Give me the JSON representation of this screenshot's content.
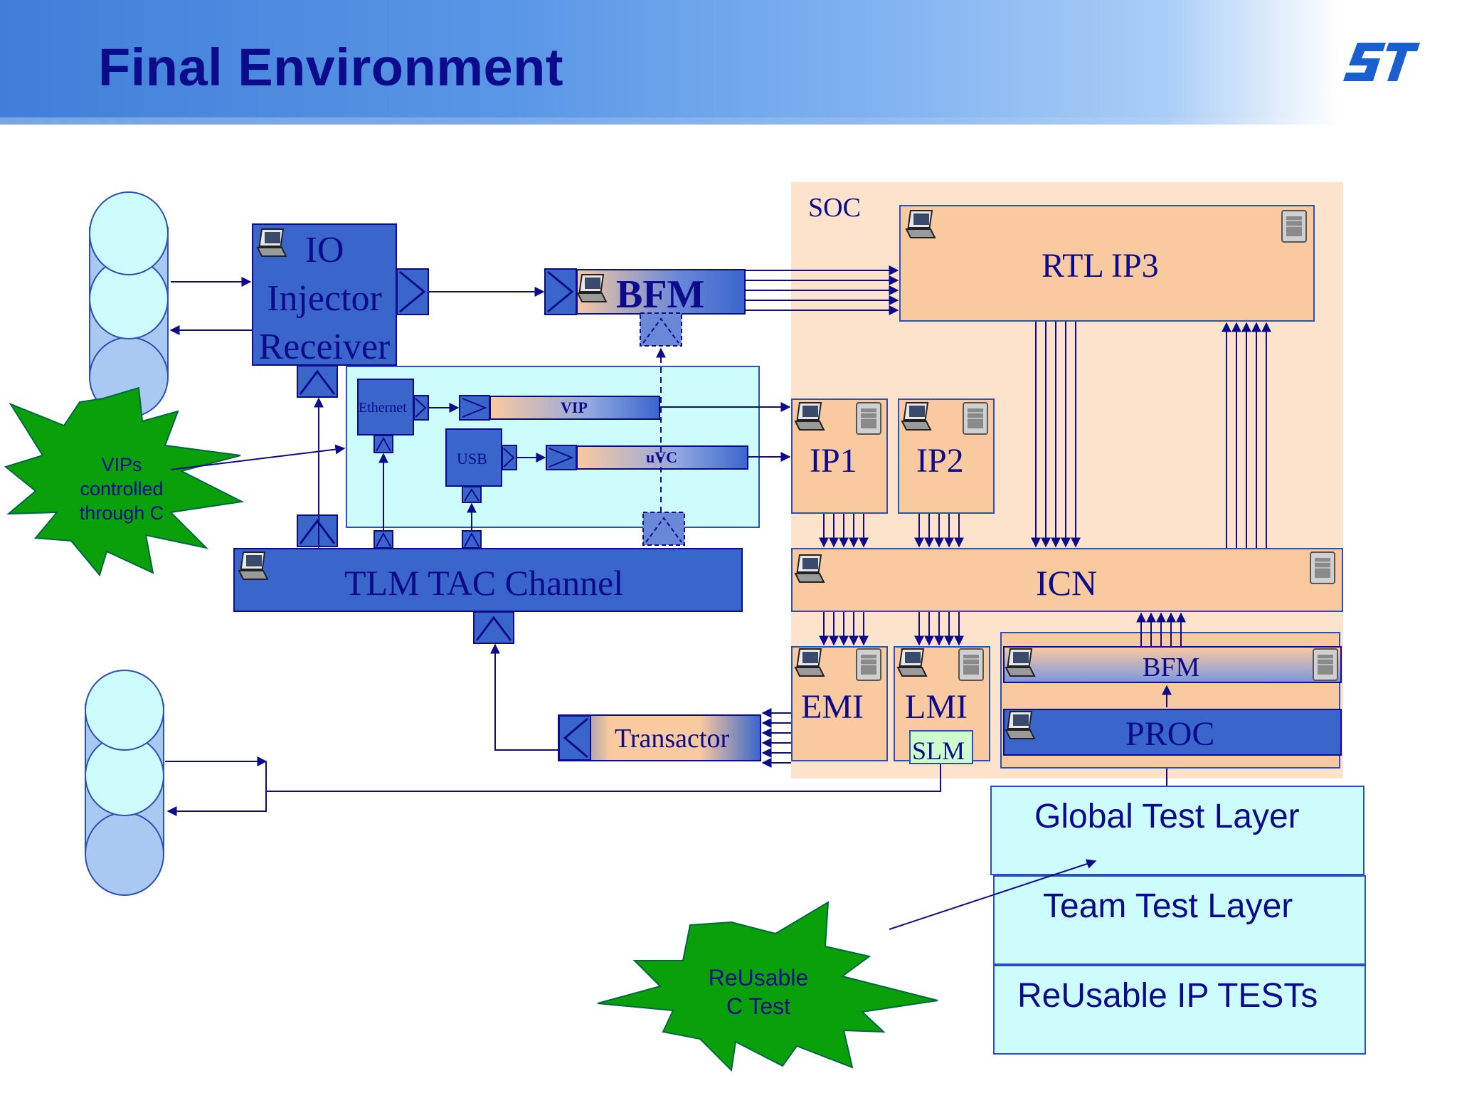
{
  "title": "Final Environment",
  "logo_icon": "st-logo",
  "colors": {
    "title": "#0b0b8c",
    "soc_bg": "#fde3cc",
    "block_blue": "#3a66cc",
    "block_orange": "#f9c9a0",
    "vip_area": "#ccfcfc",
    "star_green": "#0aa00a",
    "arrow": "#0b0b8c"
  },
  "diagram": {
    "soc_label": "SOC",
    "io_injector": "IO\nInjector\nReceiver",
    "bfm_top": "BFM",
    "rtl_ip3": "RTL IP3",
    "ethernet": "Ethernet",
    "vip": "VIP",
    "usb": "USB",
    "uvc": "uVC",
    "ip1": "IP1",
    "ip2": "IP2",
    "tlm_channel": "TLM TAC Channel",
    "icn": "ICN",
    "emi": "EMI",
    "lmi": "LMI",
    "slm": "SLM",
    "bfm_bottom": "BFM",
    "proc": "PROC",
    "transactor": "Transactor",
    "star_top": "VIPs\ncontrolled\nthrough C",
    "star_bottom": "ReUsable\nC Test",
    "global_layer": "Global Test Layer",
    "team_layer": "Team Test Layer",
    "reusable_layer": "ReUsable IP TESTs"
  }
}
